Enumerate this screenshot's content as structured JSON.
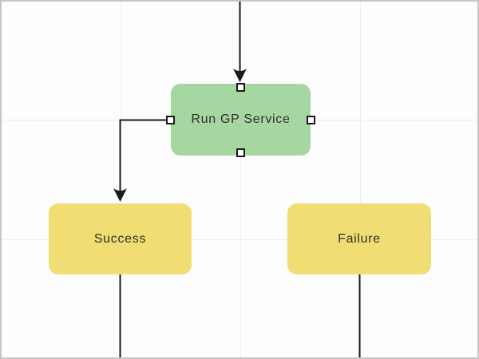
{
  "diagram": {
    "type": "flowchart",
    "nodes": [
      {
        "id": "run-gp-service",
        "label": "Run GP Service",
        "fill": "#a7d7a0",
        "selected": true
      },
      {
        "id": "success",
        "label": "Success",
        "fill": "#f0de74",
        "selected": false
      },
      {
        "id": "failure",
        "label": "Failure",
        "fill": "#f0de74",
        "selected": false
      }
    ],
    "edges": [
      {
        "from": "offscreen-top",
        "to": "run-gp-service",
        "arrowhead": true
      },
      {
        "from": "run-gp-service",
        "to": "success",
        "arrowhead": true
      },
      {
        "from": "success",
        "to": "offscreen-bottom",
        "arrowhead": false
      },
      {
        "from": "failure",
        "to": "offscreen-bottom",
        "arrowhead": false
      }
    ],
    "colors": {
      "canvas_background": "#fdfdfd",
      "canvas_border": "#c6c6c6",
      "grid_line": "#ededed",
      "connector": "#1a1a1a",
      "node_text": "#2e2e2e",
      "handle_fill": "#ffffff",
      "handle_border": "#1a1a1a"
    }
  }
}
